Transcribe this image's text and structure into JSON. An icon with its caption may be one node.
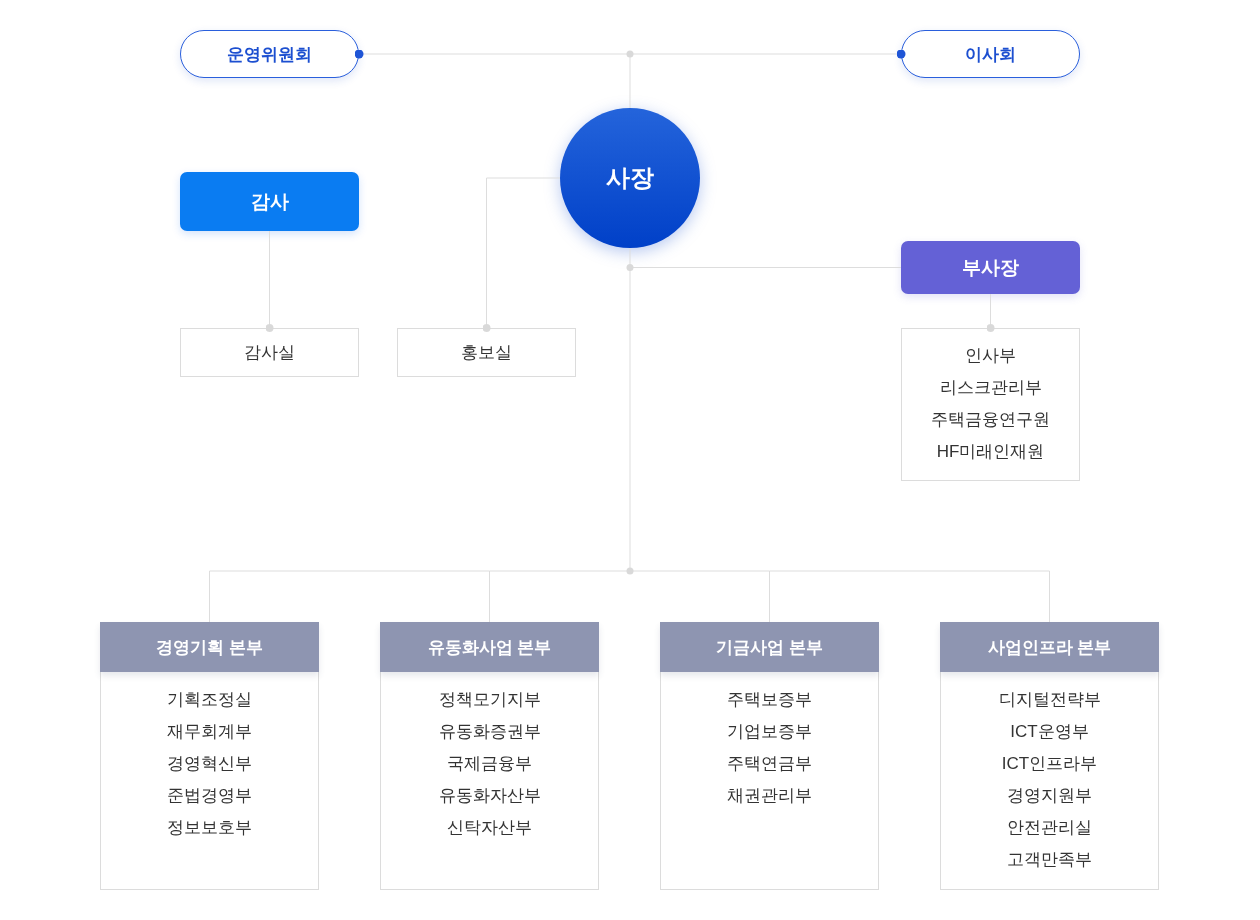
{
  "diagram": {
    "nodes": [
      {
        "text": [
          "운영위원회"
        ]
      },
      {
        "text": [
          "이사회"
        ]
      },
      {
        "text": [
          "사장"
        ]
      },
      {
        "text": [
          "감사"
        ]
      },
      {
        "text": [
          "부사장"
        ]
      },
      {
        "text": [
          "감사실"
        ]
      },
      {
        "text": [
          "홍보실"
        ]
      },
      {
        "text": [
          "인사부",
          "리스크관리부",
          "주택금융연구원",
          "HF미래인재원"
        ]
      },
      {
        "text": [
          "경영기획 본부",
          "기획조정실",
          "재무회계부",
          "경영혁신부",
          "준법경영부",
          "정보보호부"
        ]
      },
      {
        "text": [
          "유동화사업 본부",
          "정책모기지부",
          "유동화증권부",
          "국제금융부",
          "유동화자산부",
          "신탁자산부"
        ]
      },
      {
        "text": [
          "기금사업 본부",
          "주택보증부",
          "기업보증부",
          "주택연금부",
          "채권관리부"
        ]
      },
      {
        "text": [
          "사업인프라 본부",
          "디지털전략부",
          "ICT운영부",
          "ICT인프라부",
          "경영지원부",
          "안전관리실",
          "고객만족부"
        ]
      }
    ],
    "edges": [
      {
        "from": 2,
        "to": 0,
        "arrow": "other"
      },
      {
        "from": 2,
        "to": 1,
        "arrow": "other"
      },
      {
        "from": 3,
        "to": 5,
        "arrow": "other"
      },
      {
        "from": 2,
        "to": 6,
        "arrow": "other"
      },
      {
        "from": 2,
        "to": 4,
        "arrow": "none"
      },
      {
        "from": 4,
        "to": 7,
        "arrow": "other"
      },
      {
        "from": 2,
        "to": 8,
        "arrow": "none"
      },
      {
        "from": 2,
        "to": 9,
        "arrow": "none"
      },
      {
        "from": 2,
        "to": 10,
        "arrow": "none"
      },
      {
        "from": 2,
        "to": 11,
        "arrow": "none"
      }
    ]
  }
}
